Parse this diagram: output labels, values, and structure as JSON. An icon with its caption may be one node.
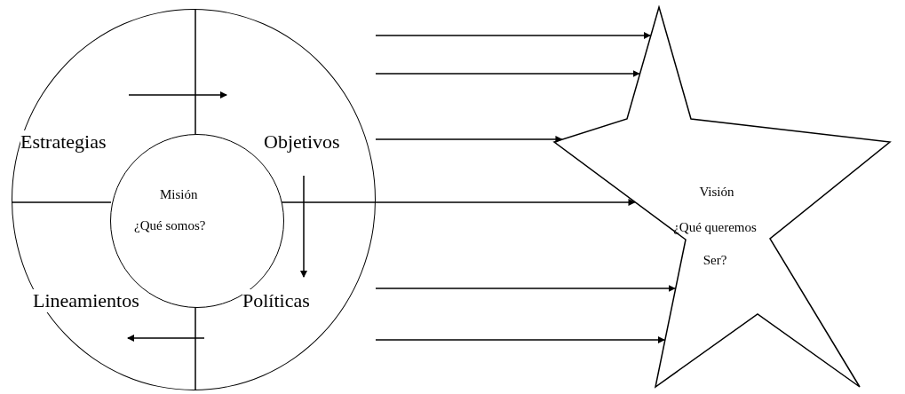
{
  "diagram": {
    "nodes": [
      {
        "text": [],
        "shape": "circle"
      },
      {
        "text": [
          "Estrategias"
        ],
        "in": 0
      },
      {
        "text": [
          "Objetivos"
        ],
        "in": 0
      },
      {
        "text": [
          "Misión",
          "¿Qué somos?"
        ],
        "in": 0
      },
      {
        "text": [
          "Lineamientos"
        ],
        "in": 0
      },
      {
        "text": [
          "Políticas"
        ],
        "in": 0
      },
      {
        "text": [
          "Visión",
          "¿Qué queremos Ser?"
        ]
      }
    ],
    "edges": [
      {
        "from": 0,
        "to": 6,
        "arrow": "to"
      },
      {
        "from": 0,
        "to": 6,
        "arrow": "to"
      },
      {
        "from": 0,
        "to": 6,
        "arrow": "to"
      },
      {
        "from": 0,
        "to": 6,
        "arrow": "to"
      },
      {
        "from": 0,
        "to": 6,
        "arrow": "to"
      },
      {
        "from": 0,
        "to": 6,
        "arrow": "to"
      }
    ]
  }
}
